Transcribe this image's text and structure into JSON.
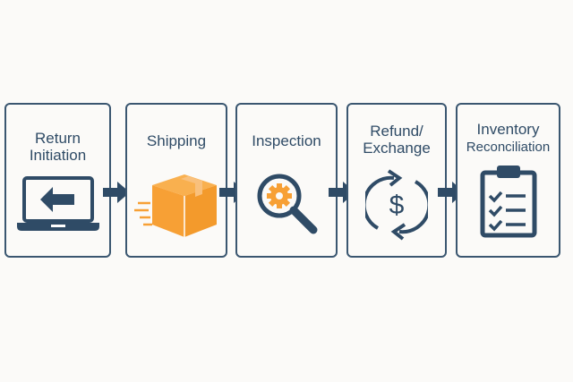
{
  "steps": [
    {
      "line1": "Return",
      "line2": "Initiation",
      "icon": "laptop-return-icon"
    },
    {
      "line1": "Shipping",
      "line2": "",
      "icon": "package-icon"
    },
    {
      "line1": "Inspection",
      "line2": "",
      "icon": "magnifier-gear-icon"
    },
    {
      "line1": "Refund/",
      "line2": "Exchange",
      "icon": "refund-cycle-icon"
    },
    {
      "line1": "Inventory",
      "line2": "Reconciliation",
      "icon": "clipboard-checklist-icon"
    }
  ],
  "colors": {
    "primary": "#2f4b66",
    "accent": "#f7a035",
    "background": "#fbfaf8"
  }
}
